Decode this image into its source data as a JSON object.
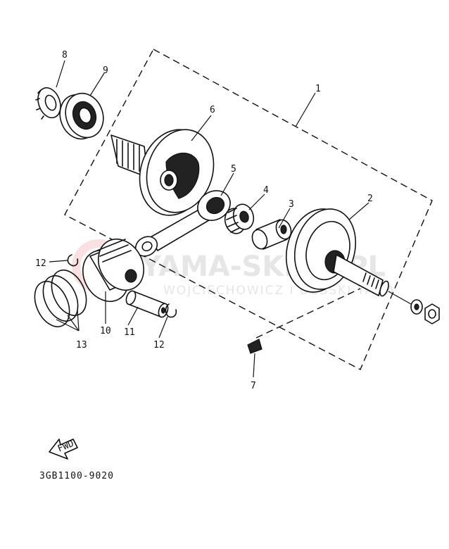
{
  "diagram": {
    "part_labels": [
      "1",
      "2",
      "3",
      "4",
      "5",
      "6",
      "7",
      "8",
      "9",
      "10",
      "11",
      "12",
      "12",
      "13"
    ],
    "catalog_code": "3GB1100-9020",
    "fwd_label": "FWD",
    "watermark": {
      "title": "YAMA-SKLEP.PL",
      "subtitle": "WOJCIECHOWICZ I DEBSKI YAMA"
    }
  }
}
